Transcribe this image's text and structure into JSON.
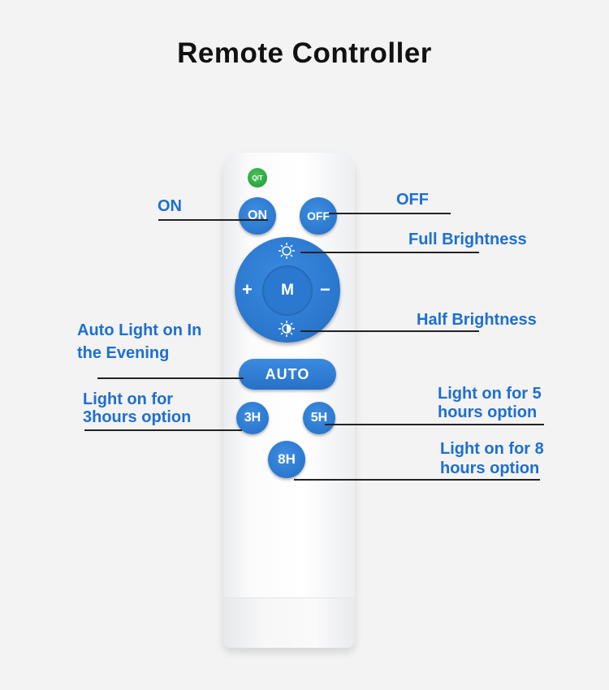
{
  "title": "Remote Controller",
  "buttons": {
    "qt": "Q/T",
    "on": "ON",
    "off": "OFF",
    "plus": "+",
    "minus": "−",
    "mode": "M",
    "auto": "AUTO",
    "h3": "3H",
    "h5": "5H",
    "h8": "8H"
  },
  "icons": {
    "full_brightness": "sun-icon",
    "half_brightness": "half-sun-icon"
  },
  "labels": {
    "on": "ON",
    "off": "OFF",
    "full": "Full Brightness",
    "half": "Half Brightness",
    "auto_1": "Auto Light on In",
    "auto_2": "the Evening",
    "h3_1": "Light on for",
    "h3_2": "3hours option",
    "h5_1": "Light on for 5",
    "h5_2": "hours option",
    "h8_1": "Light on for 8",
    "h8_2": "hours option"
  },
  "colors": {
    "accent": "#1e6fd0",
    "button": "#2a78d0",
    "qt": "#2aa540"
  }
}
